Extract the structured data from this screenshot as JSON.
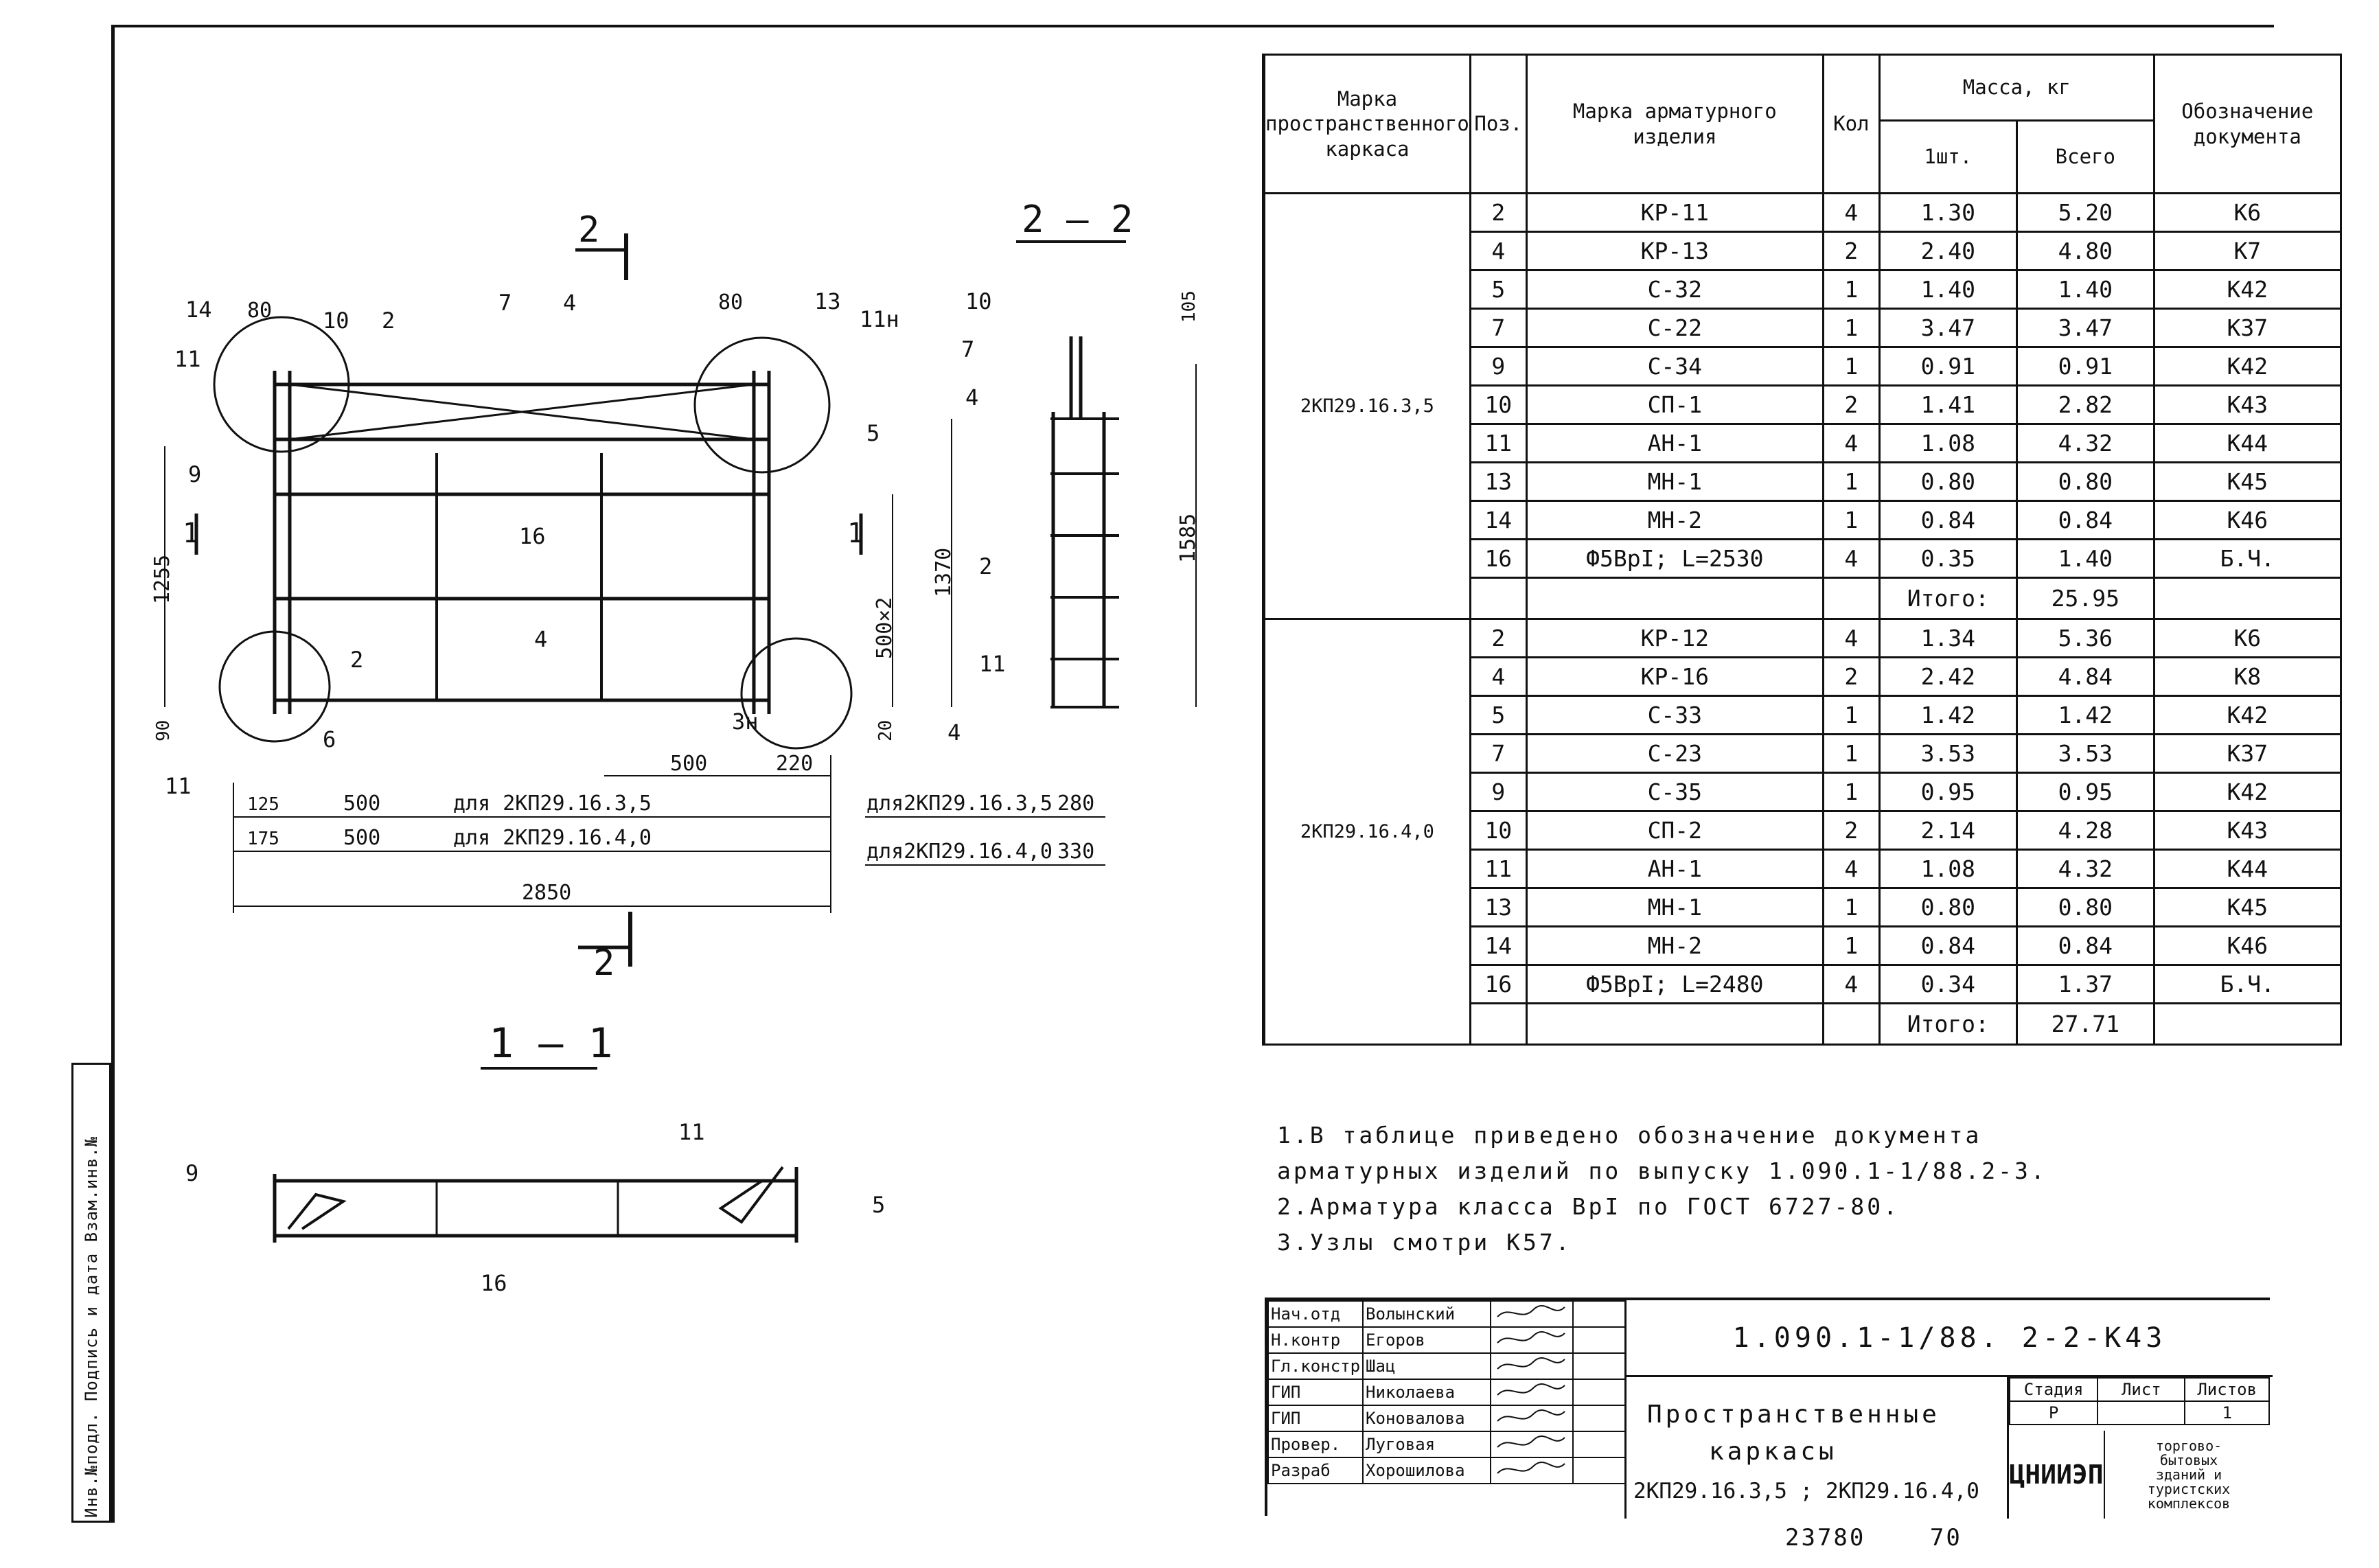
{
  "side_strip": {
    "text": "Инв.№подл. Подпись и дата Взам.инв.№"
  },
  "drawing": {
    "section_2_2_label": "2 — 2",
    "section_1_1_label": "1 — 1",
    "cut_marker": "2",
    "cut_marker_side": "1",
    "pos_callouts": [
      "14",
      "10",
      "2",
      "7",
      "4",
      "13",
      "11н",
      "11",
      "9",
      "16",
      "2",
      "4",
      "3н",
      "6",
      "11",
      "5",
      "10",
      "7",
      "4",
      "2",
      "11",
      "4",
      "9",
      "11",
      "5",
      "16"
    ],
    "dims": {
      "d80a": "80",
      "d80b": "80",
      "d1255": "1255",
      "d90": "90",
      "d1370": "1370",
      "d500x2": "500×2",
      "d20": "20",
      "d1585": "1585",
      "d105": "105",
      "d500r": "500",
      "d220": "220",
      "d125": "125",
      "d500a": "500",
      "for35a": "для 2КП29.16.3,5",
      "d175": "175",
      "d500b": "500",
      "for40a": "для 2КП29.16.4,0",
      "d2850": "2850",
      "for35b": "для2КП29.16.3,5",
      "d280": "280",
      "for40b": "для2КП29.16.4,0",
      "d330": "330"
    }
  },
  "spec_table": {
    "headers": {
      "frame_mark": "Марка пространственного каркаса",
      "pos": "Поз.",
      "item_mark": "Марка арматурного изделия",
      "qty": "Кол",
      "mass": "Масса, кг",
      "mass_one": "1шт.",
      "mass_total": "Всего",
      "doc": "Обозначение документа"
    },
    "groups": [
      {
        "frame": "2КП29.16.3,5",
        "rows": [
          {
            "pos": "2",
            "mark": "КР-11",
            "qty": "4",
            "one": "1.30",
            "total": "5.20",
            "doc": "К6"
          },
          {
            "pos": "4",
            "mark": "КР-13",
            "qty": "2",
            "one": "2.40",
            "total": "4.80",
            "doc": "К7"
          },
          {
            "pos": "5",
            "mark": "С-32",
            "qty": "1",
            "one": "1.40",
            "total": "1.40",
            "doc": "К42"
          },
          {
            "pos": "7",
            "mark": "С-22",
            "qty": "1",
            "one": "3.47",
            "total": "3.47",
            "doc": "К37"
          },
          {
            "pos": "9",
            "mark": "С-34",
            "qty": "1",
            "one": "0.91",
            "total": "0.91",
            "doc": "К42"
          },
          {
            "pos": "10",
            "mark": "СП-1",
            "qty": "2",
            "one": "1.41",
            "total": "2.82",
            "doc": "К43"
          },
          {
            "pos": "11",
            "mark": "АН-1",
            "qty": "4",
            "one": "1.08",
            "total": "4.32",
            "doc": "К44"
          },
          {
            "pos": "13",
            "mark": "МН-1",
            "qty": "1",
            "one": "0.80",
            "total": "0.80",
            "doc": "К45"
          },
          {
            "pos": "14",
            "mark": "МН-2",
            "qty": "1",
            "one": "0.84",
            "total": "0.84",
            "doc": "К46"
          },
          {
            "pos": "16",
            "mark": "Ф5ВрI; L=2530",
            "qty": "4",
            "one": "0.35",
            "total": "1.40",
            "doc": "Б.Ч."
          }
        ],
        "total_label": "Итого:",
        "total_value": "25.95"
      },
      {
        "frame": "2КП29.16.4,0",
        "rows": [
          {
            "pos": "2",
            "mark": "КР-12",
            "qty": "4",
            "one": "1.34",
            "total": "5.36",
            "doc": "К6"
          },
          {
            "pos": "4",
            "mark": "КР-16",
            "qty": "2",
            "one": "2.42",
            "total": "4.84",
            "doc": "К8"
          },
          {
            "pos": "5",
            "mark": "С-33",
            "qty": "1",
            "one": "1.42",
            "total": "1.42",
            "doc": "К42"
          },
          {
            "pos": "7",
            "mark": "С-23",
            "qty": "1",
            "one": "3.53",
            "total": "3.53",
            "doc": "К37"
          },
          {
            "pos": "9",
            "mark": "С-35",
            "qty": "1",
            "one": "0.95",
            "total": "0.95",
            "doc": "К42"
          },
          {
            "pos": "10",
            "mark": "СП-2",
            "qty": "2",
            "one": "2.14",
            "total": "4.28",
            "doc": "К43"
          },
          {
            "pos": "11",
            "mark": "АН-1",
            "qty": "4",
            "one": "1.08",
            "total": "4.32",
            "doc": "К44"
          },
          {
            "pos": "13",
            "mark": "МН-1",
            "qty": "1",
            "one": "0.80",
            "total": "0.80",
            "doc": "К45"
          },
          {
            "pos": "14",
            "mark": "МН-2",
            "qty": "1",
            "one": "0.84",
            "total": "0.84",
            "doc": "К46"
          },
          {
            "pos": "16",
            "mark": "Ф5ВрI; L=2480",
            "qty": "4",
            "one": "0.34",
            "total": "1.37",
            "doc": "Б.Ч."
          }
        ],
        "total_label": "Итого:",
        "total_value": "27.71"
      }
    ]
  },
  "notes": [
    "1.В таблице приведено обозначение документа",
    "арматурных изделий по выпуску 1.090.1-1/88.2-3.",
    "2.Арматура класса ВрI по ГОСТ 6727-80.",
    "3.Узлы смотри К57."
  ],
  "title_block": {
    "code": "1.090.1-1/88. 2-2-К43",
    "title_line1": "Пространственные",
    "title_line2": "каркасы",
    "title_line3": "2КП29.16.3,5 ; 2КП29.16.4,0",
    "staff": [
      {
        "role": "Нач.отд",
        "name": "Волынский"
      },
      {
        "role": "Н.контр",
        "name": "Егоров"
      },
      {
        "role": "Гл.констр",
        "name": "Шац"
      },
      {
        "role": "ГИП",
        "name": "Николаева"
      },
      {
        "role": "ГИП",
        "name": "Коновалова"
      },
      {
        "role": "Провер.",
        "name": "Луговая"
      },
      {
        "role": "Разраб",
        "name": "Хорошилова"
      }
    ],
    "stage_label": "Стадия",
    "sheet_label": "Лист",
    "sheets_label": "Листов",
    "stage_value": "Р",
    "sheet_value": "",
    "sheets_value": "1",
    "org": "ЦНИИЭП",
    "dept_line1": "торгово-",
    "dept_line2": "бытовых",
    "dept_line3": "зданий и",
    "dept_line4": "туристских",
    "dept_line5": "комплексов"
  },
  "archive": {
    "number": "23780",
    "page": "70"
  }
}
